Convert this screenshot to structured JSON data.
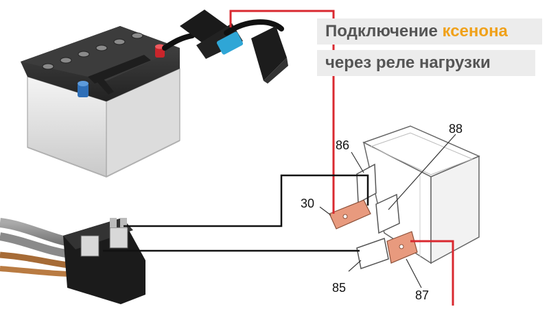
{
  "title": {
    "line1_prefix": "Подключение ",
    "line1_accent": "ксенона",
    "line2": "через реле нагрузки"
  },
  "relay": {
    "pins": {
      "p30": "30",
      "p85": "85",
      "p86": "86",
      "p87": "87",
      "p88": "88"
    }
  },
  "colors": {
    "accent": "#f0a11a",
    "title_text": "#555555",
    "title_bg": "#ececec",
    "wire_red": "#d9282f",
    "wire_black": "#111111",
    "fuse_blue": "#2fa6d6",
    "terminal_copper": "#e89a7e"
  },
  "icons": [
    "battery-icon",
    "fuse-holder-icon",
    "relay-icon",
    "h4-connector-icon"
  ]
}
